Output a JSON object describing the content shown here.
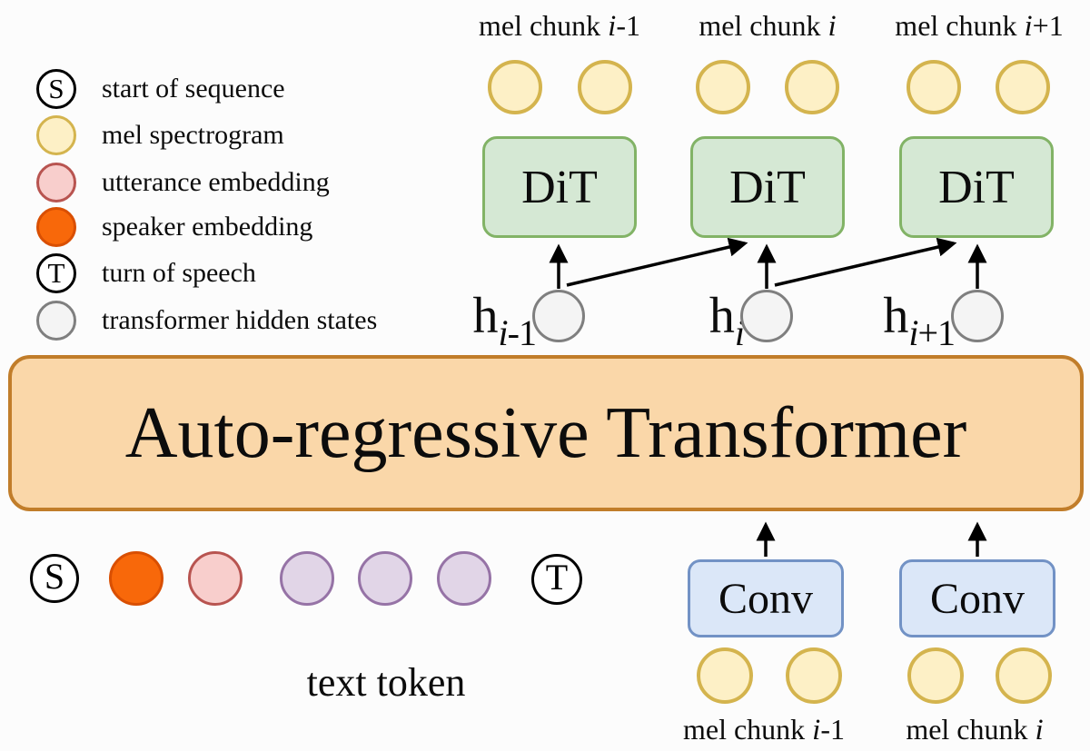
{
  "colors": {
    "bg": "#fcfcfc",
    "yellow_fill": "#fdf0c6",
    "yellow_stroke": "#d4b44e",
    "green_fill": "#d5e8d4",
    "green_stroke": "#82b366",
    "blue_fill": "#dbe7f8",
    "blue_stroke": "#7292c5",
    "purple_fill": "#e1d5e7",
    "purple_stroke": "#9673a6",
    "pink_fill": "#f8cecc",
    "pink_stroke": "#b85450",
    "orange_fill": "#f8680a",
    "orange_stroke": "#d94f02",
    "gray_fill": "#f4f4f4",
    "gray_stroke": "#7f7f7f",
    "transformer_fill": "#fad7a9",
    "transformer_stroke": "#c17d2a",
    "arrow": "#000000"
  },
  "legend": {
    "items": [
      {
        "letter": "S",
        "label": "start of sequence"
      },
      {
        "icon": "mel-spectrogram-circle",
        "label": "mel spectrogram"
      },
      {
        "icon": "utterance-embedding-circle",
        "label": "utterance embedding"
      },
      {
        "icon": "speaker-embedding-circle",
        "label": "speaker embedding"
      },
      {
        "letter": "T",
        "label": "turn of speech"
      },
      {
        "icon": "transformer-hidden-state-circle",
        "label": "transformer hidden states"
      }
    ]
  },
  "mel_chunks_top": [
    {
      "prefix": "mel chunk ",
      "var": "i",
      "suffix": "-1"
    },
    {
      "prefix": "mel chunk ",
      "var": "i",
      "suffix": ""
    },
    {
      "prefix": "mel chunk ",
      "var": "i",
      "suffix": "+1"
    }
  ],
  "dit_blocks": [
    {
      "label": "DiT"
    },
    {
      "label": "DiT"
    },
    {
      "label": "DiT"
    }
  ],
  "hidden_states": [
    {
      "base": "h",
      "var": "i",
      "suffix": "-1"
    },
    {
      "base": "h",
      "var": "i",
      "suffix": ""
    },
    {
      "base": "h",
      "var": "i",
      "suffix": "+1"
    }
  ],
  "transformer": {
    "label": "Auto-regressive Transformer"
  },
  "token_row": {
    "start_letter": "S",
    "end_letter": "T",
    "caption": "text token"
  },
  "conv_blocks": [
    {
      "label": "Conv"
    },
    {
      "label": "Conv"
    }
  ],
  "mel_chunks_bottom": [
    {
      "prefix": "mel chunk ",
      "var": "i",
      "suffix": "-1"
    },
    {
      "prefix": "mel chunk ",
      "var": "i",
      "suffix": ""
    }
  ]
}
